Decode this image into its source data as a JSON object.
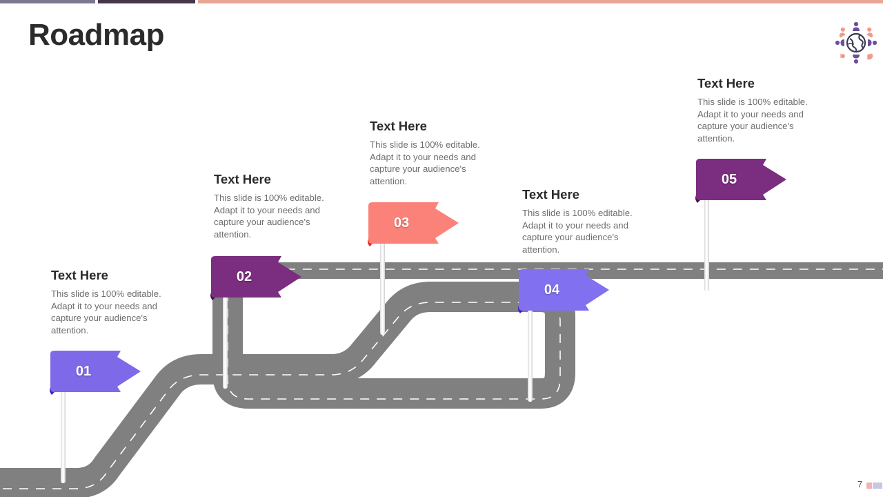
{
  "slide": {
    "title": "Roadmap",
    "page_number": "7",
    "background_color": "#ffffff"
  },
  "topbar": {
    "segments": [
      {
        "name": "segment-grey-purple",
        "color": "#7d768f"
      },
      {
        "name": "segment-dark-purple",
        "color": "#453749"
      },
      {
        "name": "segment-salmon",
        "color": "#e8a695"
      }
    ]
  },
  "logo": {
    "name": "global-team-logo",
    "globe_color": "#3b3b52",
    "person_colors": [
      "#6b4f9e",
      "#ef9a8a",
      "#6b4f9e",
      "#ef9a8a",
      "#6b4f9e",
      "#ef9a8a",
      "#6b4f9e",
      "#ef9a8a"
    ]
  },
  "road": {
    "color": "#808080",
    "dash_color": "#ffffff"
  },
  "milestones": [
    {
      "id": "01",
      "heading": "Text Here",
      "body": "This slide is 100% editable. Adapt it to your needs and capture your audience's attention.",
      "flag_color": "#7e6ae8",
      "fold_color": "#3b21c4"
    },
    {
      "id": "02",
      "heading": "Text Here",
      "body": "This slide is 100% editable. Adapt it to your needs and capture your audience's attention.",
      "flag_color": "#7b2d7f",
      "fold_color": "#4e1452"
    },
    {
      "id": "03",
      "heading": "Text Here",
      "body": "This slide is 100% editable. Adapt it to your needs and capture your audience's attention.",
      "flag_color": "#fb8279",
      "fold_color": "#e8281f"
    },
    {
      "id": "04",
      "heading": "Text Here",
      "body": "This slide is 100% editable. Adapt it to your needs and capture your audience's attention.",
      "flag_color": "#8170f0",
      "fold_color": "#3b21c4"
    },
    {
      "id": "05",
      "heading": "Text Here",
      "body": "This slide is 100% editable. Adapt it to your needs and capture your audience's attention.",
      "flag_color": "#7b2d7f",
      "fold_color": "#4e1452"
    }
  ]
}
